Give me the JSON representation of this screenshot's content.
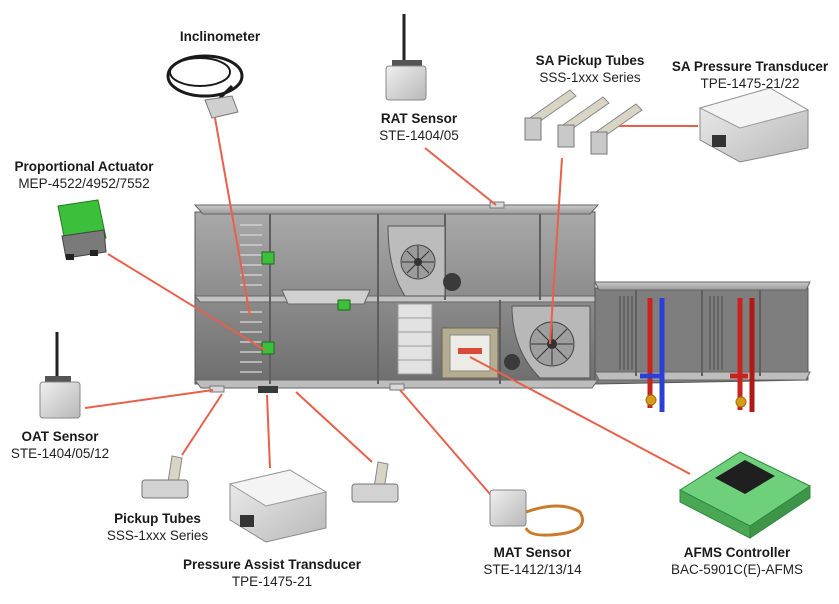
{
  "labels": {
    "inclinometer": {
      "title": "Inclinometer",
      "model": ""
    },
    "rat_sensor": {
      "title": "RAT Sensor",
      "model": "STE-1404/05"
    },
    "sa_pickup_tubes": {
      "title": "SA Pickup Tubes",
      "model": "SSS-1xxx Series"
    },
    "sa_pressure_transducer": {
      "title": "SA Pressure Transducer",
      "model": "TPE-1475-21/22"
    },
    "proportional_actuator": {
      "title": "Proportional Actuator",
      "model": "MEP-4522/4952/7552"
    },
    "oat_sensor": {
      "title": "OAT Sensor",
      "model": "STE-1404/05/12"
    },
    "pickup_tubes": {
      "title": "Pickup Tubes",
      "model": "SSS-1xxx Series"
    },
    "pressure_assist_transducer": {
      "title": "Pressure Assist Transducer",
      "model": "TPE-1475-21"
    },
    "mat_sensor": {
      "title": "MAT Sensor",
      "model": "STE-1412/13/14"
    },
    "afms_controller": {
      "title": "AFMS Controller",
      "model": "BAC-5901C(E)-AFMS"
    }
  },
  "colors": {
    "leader_line": "#e8604a",
    "housing": "#8c8c8c",
    "actuator_green": "#3cc03c",
    "controller_green": "#5ec46b",
    "pipe_blue": "#2b3fd6",
    "pipe_red": "#c8231f"
  }
}
